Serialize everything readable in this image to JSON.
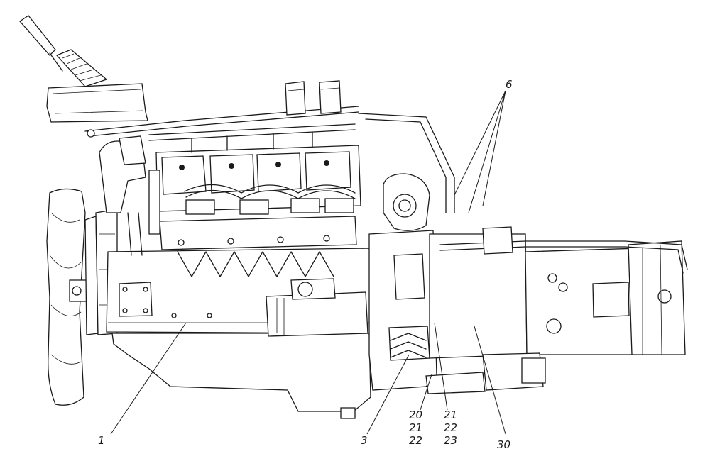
{
  "callouts": {
    "c1": "1",
    "c3": "3",
    "c6": "6",
    "c20a": "20",
    "c20b": "21",
    "c20c": "22",
    "c21a": "21",
    "c21b": "22",
    "c21c": "23",
    "c30": "30"
  },
  "colors": {
    "ink": "#1a1a1a",
    "paper": "#ffffff"
  }
}
